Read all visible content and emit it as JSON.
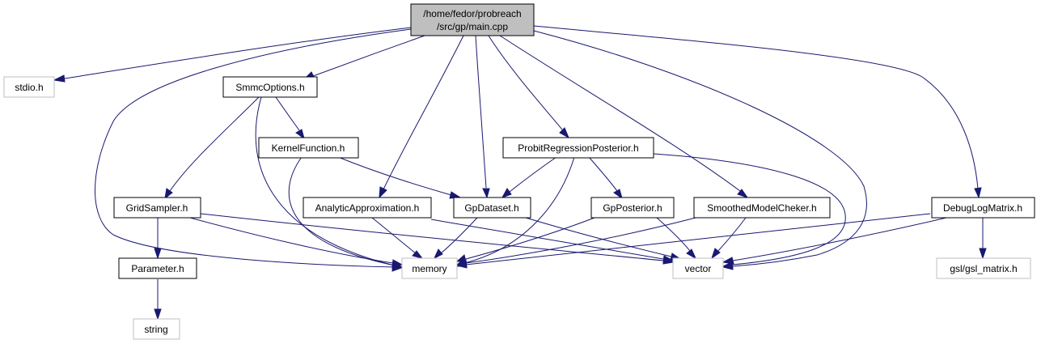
{
  "colors": {
    "edge": "#191970",
    "border_documented": "#000000",
    "border_external": "#bfbfbf",
    "fill_root": "#bfbfbf",
    "fill_default": "#ffffff",
    "text": "#000000"
  },
  "nodes": {
    "root": {
      "line1": "/home/fedor/probreach",
      "line2": "/src/gp/main.cpp"
    },
    "stdio": {
      "label": "stdio.h"
    },
    "smmc": {
      "label": "SmmcOptions.h"
    },
    "kernel": {
      "label": "KernelFunction.h"
    },
    "probit": {
      "label": "ProbitRegressionPosterior.h"
    },
    "grid": {
      "label": "GridSampler.h"
    },
    "analytic": {
      "label": "AnalyticApproximation.h"
    },
    "gpdataset": {
      "label": "GpDataset.h"
    },
    "gpposterior": {
      "label": "GpPosterior.h"
    },
    "smoothed": {
      "label": "SmoothedModelCheker.h"
    },
    "debuglog": {
      "label": "DebugLogMatrix.h"
    },
    "parameter": {
      "label": "Parameter.h"
    },
    "memory": {
      "label": "memory"
    },
    "vector": {
      "label": "vector"
    },
    "gslmatrix": {
      "label": "gsl/gsl_matrix.h"
    },
    "string": {
      "label": "string"
    }
  },
  "edges": [
    [
      "root",
      "stdio"
    ],
    [
      "root",
      "smmc"
    ],
    [
      "root",
      "memory"
    ],
    [
      "root",
      "analytic"
    ],
    [
      "root",
      "gpdataset"
    ],
    [
      "root",
      "probit"
    ],
    [
      "root",
      "smoothed"
    ],
    [
      "root",
      "vector"
    ],
    [
      "root",
      "debuglog"
    ],
    [
      "smmc",
      "grid"
    ],
    [
      "smmc",
      "memory"
    ],
    [
      "smmc",
      "kernel"
    ],
    [
      "kernel",
      "memory"
    ],
    [
      "kernel",
      "gpdataset"
    ],
    [
      "probit",
      "gpdataset"
    ],
    [
      "probit",
      "memory"
    ],
    [
      "probit",
      "gpposterior"
    ],
    [
      "probit",
      "vector"
    ],
    [
      "grid",
      "parameter"
    ],
    [
      "grid",
      "memory"
    ],
    [
      "grid",
      "vector"
    ],
    [
      "analytic",
      "memory"
    ],
    [
      "analytic",
      "vector"
    ],
    [
      "gpdataset",
      "memory"
    ],
    [
      "gpdataset",
      "vector"
    ],
    [
      "gpposterior",
      "memory"
    ],
    [
      "gpposterior",
      "vector"
    ],
    [
      "smoothed",
      "memory"
    ],
    [
      "smoothed",
      "vector"
    ],
    [
      "debuglog",
      "memory"
    ],
    [
      "debuglog",
      "vector"
    ],
    [
      "debuglog",
      "gslmatrix"
    ],
    [
      "parameter",
      "string"
    ]
  ]
}
